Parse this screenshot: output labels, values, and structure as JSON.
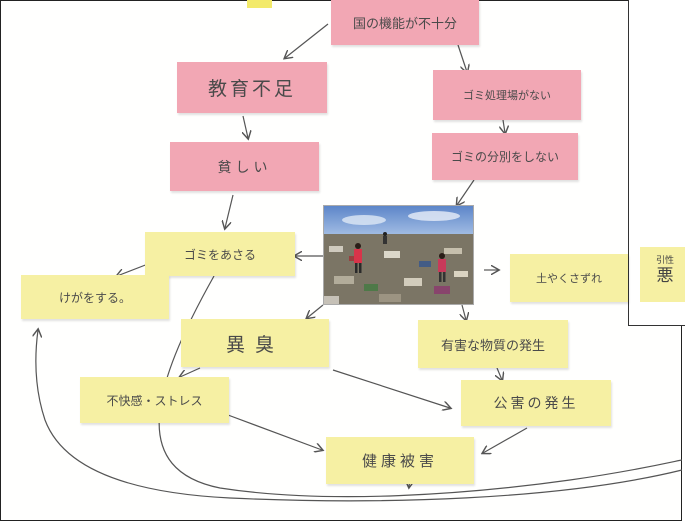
{
  "nodes": {
    "n1": "国の機能が不十分",
    "n2": "教育不足",
    "n3": "ゴミ処理場がない",
    "n4": "貧しい",
    "n5": "ゴミの分別をしない",
    "n6": "ゴミをあさる",
    "n7": "土やくさずれ",
    "n8": "けがをする。",
    "n9": "異臭",
    "n10": "有害な物質の発生",
    "n11": "不快感・ストレス",
    "n12": "公害の発生",
    "n13": "健康被害"
  },
  "side": {
    "small": "引性",
    "big": "悪"
  },
  "colors": {
    "pink": "#f2a7b4",
    "yellow": "#f6f0a3",
    "line": "#555555"
  },
  "image": {
    "subject": "landfill-photo"
  }
}
